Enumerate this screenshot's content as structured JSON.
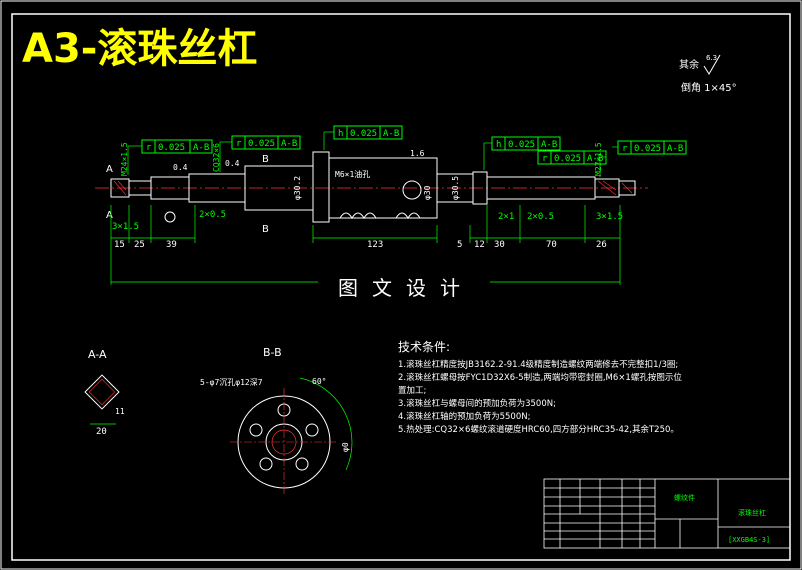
{
  "title": "A3-滚珠丝杠",
  "watermark": "图文设计",
  "surface_finish": {
    "prefix": "其余",
    "value": "6.3"
  },
  "chamfer": "倒角 1×45°",
  "section_labels": {
    "aa": "A-A",
    "bb": "B-B"
  },
  "markers": {
    "a": "A",
    "b": "B"
  },
  "tolerance_frames": [
    {
      "sym": "r",
      "val": "0.025",
      "ref": "A-B"
    },
    {
      "sym": "r",
      "val": "0.025",
      "ref": "A-B"
    },
    {
      "sym": "h",
      "val": "0.025",
      "ref": "A-B"
    },
    {
      "sym": "h",
      "val": "0.025",
      "ref": "A-B"
    },
    {
      "sym": "r",
      "val": "0.025",
      "ref": "A-B"
    },
    {
      "sym": "r",
      "val": "0.025",
      "ref": "A-B"
    }
  ],
  "thread_labels": {
    "left": "M24×1.5",
    "left2": "CQ32×6",
    "right": "M27×1.5",
    "tap": "M6×1油孔"
  },
  "feature_labels": {
    "groove_left": "2×0.5",
    "groove_left2": "3×1.5",
    "groove_r1": "2×1",
    "groove_r2": "2×0.5",
    "groove_r3": "3×1.5",
    "rough1": "0.4",
    "rough2": "0.4",
    "rough3": "1.6",
    "dia1": "φ30.2",
    "dia2": "φ30",
    "dia3": "φ30.5"
  },
  "dims_left": [
    "15",
    "25",
    "39"
  ],
  "dims_mid": "123",
  "dims_right": [
    "5",
    "12",
    "30",
    "70",
    "26"
  ],
  "aa_dims": {
    "side": "11",
    "base": "20"
  },
  "bb_notes": {
    "holes": "5-φ7沉孔φ12深7",
    "angle": "60°",
    "radius": "φ0"
  },
  "tech_title": "技术条件:",
  "tech_lines": [
    "1.滚珠丝杠精度按JB3162.2-91.4级精度制造螺纹两端修去不完整扣1/3圈;",
    "2.滚珠丝杠螺母按FYC1D32X6-5制造,两端均带密封圈,M6×1螺孔按图示位",
    "  置加工;",
    "3.滚珠丝杠与螺母间的预加负荷为3500N;",
    "4.滚珠丝杠轴的预加负荷为5500N;",
    "5.热处理:CQ32×6螺纹滚道硬度HRC60,四方部分HRC35-42,其余T250。"
  ],
  "title_block": {
    "material": "螺纹件",
    "name": "滚珠丝杠",
    "code": "[XXGB4S-3]"
  },
  "colors": {
    "bg": "#000000",
    "frame": "#ffffff",
    "title": "#ffff00",
    "dim": "#00ff00",
    "cyan": "#00ffff",
    "red": "#ff3333",
    "white": "#ffffff"
  }
}
